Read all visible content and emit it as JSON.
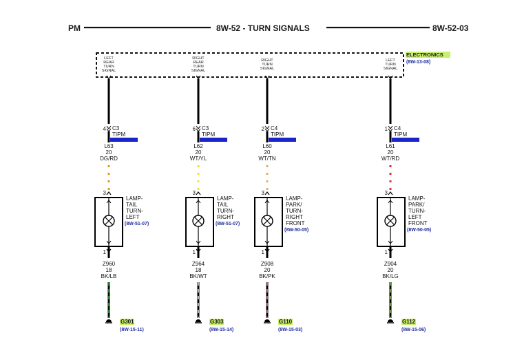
{
  "header": {
    "left": "PM",
    "center": "8W-52 - TURN SIGNALS",
    "right": "8W-52-03"
  },
  "module": {
    "name": "ELECTRONICS",
    "ref": "(8W-13-08)",
    "highlight_color": "#c8f06a"
  },
  "colors": {
    "wire": "#000000",
    "connector_flag": "#1a24c8",
    "ground_highlight": "#c8f06a",
    "ref_text": "#1c2a9c"
  },
  "circuits": [
    {
      "module_label": [
        "LEFT",
        "REAR",
        "TURN",
        "SIGNAL"
      ],
      "pin": "4",
      "connector": "C3",
      "connector_name": "TIPM",
      "wire_id": "L63",
      "wire_gauge": "20",
      "wire_color": "DG/RD",
      "trace_color": "#d6a020",
      "lamp_pin_top": "3",
      "lamp_label": [
        "LAMP-",
        "TAIL",
        "TURN-",
        "LEFT"
      ],
      "lamp_ref": "(8W-51-07)",
      "lamp_pin_bottom": "1",
      "ground_wire_id": "Z960",
      "ground_wire_gauge": "18",
      "ground_wire_color": "BK/LB",
      "ground_trace_color": "#2e9a3a",
      "ground_name": "G301",
      "ground_ref": "(8W-15-11)"
    },
    {
      "module_label": [
        "RIGHT",
        "REAR",
        "TURN",
        "SIGNAL"
      ],
      "pin": "6",
      "connector": "C3",
      "connector_name": "TIPM",
      "wire_id": "L62",
      "wire_gauge": "20",
      "wire_color": "WT/YL",
      "trace_color": "#f2e23a",
      "lamp_pin_top": "3",
      "lamp_label": [
        "LAMP-",
        "TAIL",
        "TURN-",
        "RIGHT"
      ],
      "lamp_ref": "(8W-51-07)",
      "lamp_pin_bottom": "1",
      "ground_wire_id": "Z964",
      "ground_wire_gauge": "18",
      "ground_wire_color": "BK/WT",
      "ground_trace_color": "#dddddd",
      "ground_name": "G303",
      "ground_ref": "(8W-15-14)"
    },
    {
      "module_label": [
        "RIGHT",
        "TURN",
        "SIGNAL"
      ],
      "pin": "2",
      "connector": "C4",
      "connector_name": "TIPM",
      "wire_id": "L60",
      "wire_gauge": "20",
      "wire_color": "WT/TN",
      "trace_color": "#e0b070",
      "lamp_pin_top": "3",
      "lamp_label": [
        "LAMP-",
        "PARK/",
        "TURN-",
        "RIGHT",
        "FRONT"
      ],
      "lamp_ref": "(8W-50-05)",
      "lamp_pin_bottom": "1",
      "ground_wire_id": "Z908",
      "ground_wire_gauge": "20",
      "ground_wire_color": "BK/PK",
      "ground_trace_color": "#e57a9a",
      "ground_name": "G110",
      "ground_ref": "(8W-15-03)"
    },
    {
      "module_label": [
        "LEFT",
        "TURN",
        "SIGNAL"
      ],
      "pin": "1",
      "connector": "C4",
      "connector_name": "TIPM",
      "wire_id": "L61",
      "wire_gauge": "20",
      "wire_color": "WT/RD",
      "trace_color": "#e23030",
      "lamp_pin_top": "3",
      "lamp_label": [
        "LAMP-",
        "PARK/",
        "TURN-",
        "LEFT",
        "FRONT"
      ],
      "lamp_ref": "(8W-50-05)",
      "lamp_pin_bottom": "1",
      "ground_wire_id": "Z904",
      "ground_wire_gauge": "20",
      "ground_wire_color": "BK/LG",
      "ground_trace_color": "#7ac04a",
      "ground_name": "G112",
      "ground_ref": "(8W-15-06)"
    }
  ]
}
